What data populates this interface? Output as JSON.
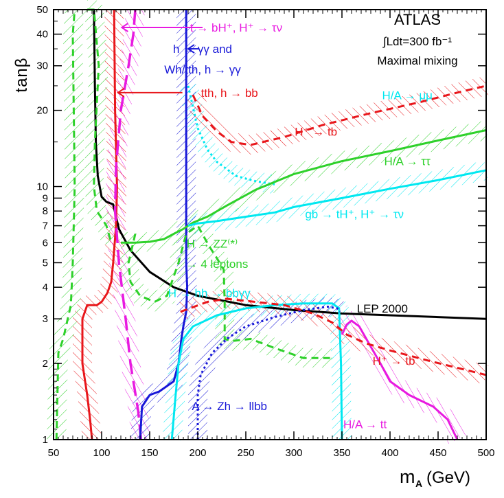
{
  "chart_data": {
    "type": "line",
    "title": "ATLAS",
    "subtitle_lines": [
      "∫Ldt=300 fb⁻¹",
      "Maximal mixing"
    ],
    "xlabel": "m_A (GeV)",
    "xlabel_main": "m",
    "xlabel_sub": "A",
    "xlabel_unit": "(GeV)",
    "ylabel": "tanβ",
    "xlim": [
      50,
      500
    ],
    "ylim": [
      1,
      50
    ],
    "yscale": "log",
    "x_ticks": [
      50,
      100,
      150,
      200,
      250,
      300,
      350,
      400,
      450,
      500
    ],
    "y_ticks": [
      1,
      2,
      3,
      4,
      5,
      6,
      7,
      8,
      9,
      10,
      20,
      30,
      40,
      50
    ],
    "colors": {
      "red": "#e8161b",
      "magenta": "#e81ae0",
      "blue": "#1818d8",
      "cyan": "#00e8f0",
      "green": "#2ed12a",
      "black": "#000000"
    },
    "series": [
      {
        "name": "LEP 2000",
        "color": "black",
        "dash": "solid",
        "x": [
          92,
          93,
          94,
          96,
          100,
          105,
          112,
          118,
          130,
          150,
          175,
          200,
          250,
          300,
          350,
          400,
          450,
          500
        ],
        "y": [
          50,
          25,
          15,
          11,
          9.1,
          8.7,
          8.5,
          6.8,
          5.6,
          4.6,
          4.0,
          3.7,
          3.4,
          3.25,
          3.15,
          3.1,
          3.05,
          3.0
        ]
      },
      {
        "name": "tth, h → bb",
        "color": "red",
        "dash": "solid",
        "x": [
          113,
          114,
          116,
          115,
          112,
          110,
          106,
          100,
          95,
          85,
          80,
          80,
          85,
          88,
          90
        ],
        "y": [
          50,
          20,
          10,
          7,
          5,
          4.2,
          3.8,
          3.5,
          3.4,
          3.4,
          3.0,
          2.0,
          1.5,
          1.2,
          1.0
        ]
      },
      {
        "name": "t → bH⁺, H⁺ → τν",
        "color": "magenta",
        "dash": "long",
        "x": [
          135,
          133,
          128,
          120,
          115,
          114,
          118,
          125,
          130,
          138,
          141
        ],
        "y": [
          50,
          40,
          30,
          20,
          12,
          8,
          5,
          3,
          2,
          1.3,
          1.0
        ]
      },
      {
        "name": "h → γγ and Wh/tth, h → γγ",
        "color": "blue",
        "dash": "solid",
        "x": [
          188,
          188,
          188,
          189,
          188,
          185,
          183,
          180,
          175,
          160,
          150,
          142,
          140
        ],
        "y": [
          50,
          20,
          5,
          4.0,
          3.2,
          2.8,
          2.5,
          2.0,
          1.7,
          1.55,
          1.5,
          1.35,
          1.0
        ]
      },
      {
        "name": "H/A → μμ",
        "color": "cyan",
        "dash": "dotted",
        "x": [
          190,
          200,
          210,
          220,
          240,
          260,
          280
        ],
        "y": [
          25,
          17,
          14,
          12.5,
          11,
          10.5,
          10.2
        ]
      },
      {
        "name": "H⁺ → tb (upper)",
        "color": "red",
        "dash": "dashed",
        "x": [
          195,
          205,
          220,
          235,
          255,
          290,
          330,
          380,
          430,
          470,
          500
        ],
        "y": [
          23,
          19,
          16.5,
          15,
          14.6,
          15.7,
          17.5,
          19.5,
          21.5,
          23.5,
          25
        ]
      },
      {
        "name": "H/A → ττ",
        "color": "green",
        "dash": "solid",
        "x": [
          120,
          135,
          150,
          165,
          175,
          185,
          195,
          210,
          230,
          260,
          300,
          350,
          400,
          450,
          500
        ],
        "y": [
          6.0,
          6.0,
          6.05,
          6.2,
          6.5,
          6.8,
          7.2,
          7.6,
          8.4,
          9.7,
          11.2,
          12.6,
          13.8,
          15.2,
          16.7
        ]
      },
      {
        "name": "gb → tH⁺, H⁺ → τν",
        "color": "cyan",
        "dash": "solid",
        "x": [
          190,
          200,
          220,
          250,
          280,
          300,
          350,
          400,
          450,
          500
        ],
        "y": [
          7.0,
          7.15,
          7.3,
          7.6,
          7.9,
          8.3,
          9.0,
          9.8,
          10.6,
          11.6
        ]
      },
      {
        "name": "H → ZZ(*) → 4 leptons",
        "color": "green",
        "dash": "dashed",
        "x": [
          135,
          128,
          130,
          140,
          155,
          168,
          180,
          188,
          200,
          212,
          220,
          227,
          228,
          228,
          235,
          255,
          280,
          310,
          340
        ],
        "y": [
          6.5,
          5.0,
          4.2,
          3.7,
          3.5,
          3.7,
          5.0,
          6.5,
          7.0,
          5.8,
          5.2,
          4.7,
          3.5,
          2.5,
          2.45,
          2.5,
          2.3,
          2.1,
          2.1
        ]
      },
      {
        "name": "H → hh → bbγγ",
        "color": "cyan",
        "dash": "solid",
        "x": [
          173,
          177,
          180,
          185,
          195,
          220,
          250,
          280,
          310,
          340,
          347,
          349,
          350
        ],
        "y": [
          1.0,
          1.5,
          2.0,
          2.5,
          2.8,
          3.1,
          3.3,
          3.4,
          3.45,
          3.45,
          3.3,
          2.0,
          1.0
        ]
      },
      {
        "name": "A → Zh → llbb",
        "color": "blue",
        "dash": "dotted",
        "x": [
          200,
          200,
          203,
          215,
          230,
          250,
          280,
          310,
          335,
          345,
          348
        ],
        "y": [
          1.0,
          1.5,
          1.8,
          2.2,
          2.5,
          2.8,
          3.05,
          3.25,
          3.35,
          3.3,
          3.2
        ]
      },
      {
        "name": "H/A → tt",
        "color": "magenta",
        "dash": "solid",
        "x": [
          350,
          355,
          360,
          368,
          378,
          390,
          400,
          420,
          445,
          460,
          470
        ],
        "y": [
          2.6,
          2.85,
          2.95,
          2.8,
          2.4,
          2.0,
          1.7,
          1.5,
          1.35,
          1.2,
          1.0
        ]
      },
      {
        "name": "H⁺ → tb (lower)",
        "color": "red",
        "dash": "dashed",
        "x": [
          182,
          210,
          230,
          260,
          290,
          320,
          340,
          355,
          375,
          400,
          440,
          500
        ],
        "y": [
          3.2,
          3.5,
          3.6,
          3.5,
          3.4,
          3.15,
          2.9,
          2.6,
          2.4,
          2.25,
          2.05,
          1.8
        ]
      },
      {
        "name": "left-green-dashed",
        "color": "green",
        "dash": "dashed",
        "x": [
          53,
          55,
          60,
          68,
          70,
          72,
          71,
          70,
          72
        ],
        "y": [
          1.0,
          2.2,
          2.5,
          3.4,
          5.0,
          10,
          20,
          40,
          50
        ]
      },
      {
        "name": "left-green-dashed-2",
        "color": "green",
        "dash": "dashed",
        "x": [
          85,
          92,
          97,
          93,
          92,
          95,
          100,
          105,
          110
        ],
        "y": [
          50,
          50,
          30,
          15,
          10,
          8,
          7.5,
          7.0,
          6.0
        ]
      }
    ],
    "annotations": [
      {
        "text": "t → bH⁺, H⁺ → τν",
        "color": "magenta",
        "x": 240,
        "y": 42.5
      },
      {
        "text": "h → γγ and",
        "color": "blue",
        "x": 205,
        "y": 35
      },
      {
        "text": "Wh/tth, h → γγ",
        "color": "blue",
        "x": 205,
        "y": 29
      },
      {
        "text": "tth, h → bb",
        "color": "red",
        "x": 233,
        "y": 23.5
      },
      {
        "text": "H/A → μμ",
        "color": "cyan",
        "x": 418,
        "y": 23
      },
      {
        "text": "H⁺ → tb",
        "color": "red",
        "x": 323,
        "y": 16.5
      },
      {
        "text": "H/A → ττ",
        "color": "green",
        "x": 418,
        "y": 12.6
      },
      {
        "text": "gb → tH⁺, H⁺ → τν",
        "color": "cyan",
        "x": 363,
        "y": 7.8
      },
      {
        "text": "H → ZZ⁽*⁾",
        "color": "green",
        "x": 215,
        "y": 5.95
      },
      {
        "text": "→ 4 leptons",
        "color": "green",
        "x": 220,
        "y": 4.95
      },
      {
        "text": "H → hh → bbγγ",
        "color": "cyan",
        "x": 212,
        "y": 3.8
      },
      {
        "text": "LEP 2000",
        "color": "black",
        "x": 392,
        "y": 3.3
      },
      {
        "text": "H⁺ → tb",
        "color": "red",
        "x": 404,
        "y": 2.05
      },
      {
        "text": "A → Zh → llbb",
        "color": "blue",
        "x": 233,
        "y": 1.36
      },
      {
        "text": "H/A → tt",
        "color": "magenta",
        "x": 374,
        "y": 1.15
      }
    ]
  }
}
